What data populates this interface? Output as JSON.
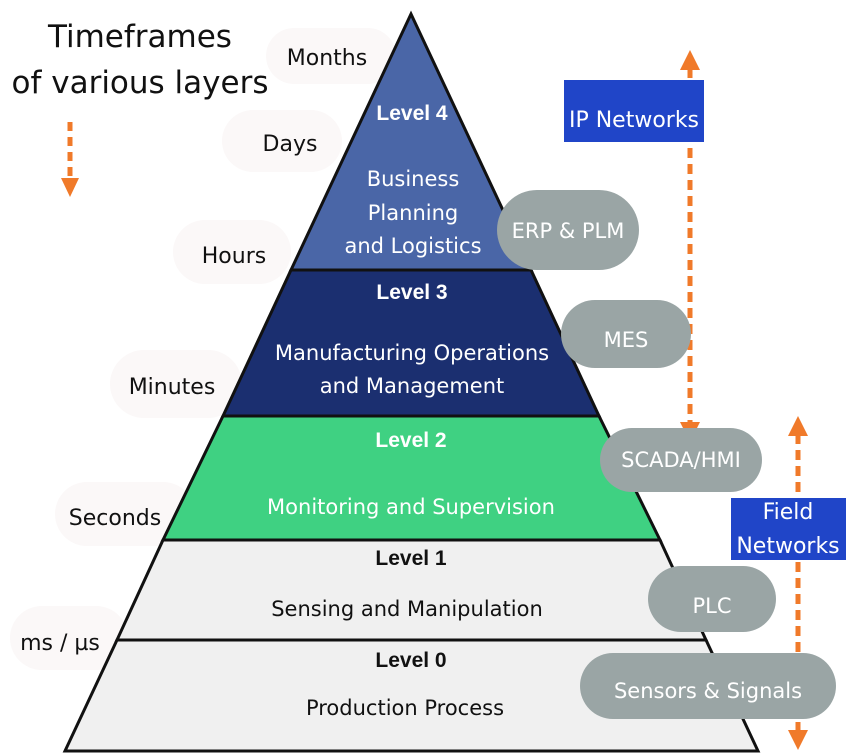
{
  "title": [
    "Timeframes",
    "of various layers"
  ],
  "timeframes": [
    "Months",
    "Days",
    "Hours",
    "Minutes",
    "Seconds",
    "ms / µs"
  ],
  "levels": [
    {
      "name": "Level 4",
      "desc": [
        "Business",
        "Planning",
        "and Logistics"
      ],
      "color": "#4a66a7",
      "text_color": "#ffffff"
    },
    {
      "name": "Level 3",
      "desc": [
        "Manufacturing Operations",
        "and Management"
      ],
      "color": "#1b2f70",
      "text_color": "#ffffff"
    },
    {
      "name": "Level 2",
      "desc": [
        "Monitoring and Supervision"
      ],
      "color": "#3fd182",
      "text_color": "#ffffff"
    },
    {
      "name": "Level 1",
      "desc": [
        "Sensing and Manipulation"
      ],
      "color": "#f0f0f0",
      "text_color": "#111111"
    },
    {
      "name": "Level 0",
      "desc": [
        "Production Process"
      ],
      "color": "#f0f0f0",
      "text_color": "#111111"
    }
  ],
  "systems": [
    "ERP & PLM",
    "MES",
    "SCADA/HMI",
    "PLC",
    "Sensors & Signals"
  ],
  "networks": [
    {
      "label": [
        "IP Networks"
      ]
    },
    {
      "label": [
        "Field",
        "Networks"
      ]
    }
  ],
  "colors": {
    "arrow": "#f07a2a",
    "pill": "#9aa5a5",
    "network_box": "#2045c8",
    "timeframe_bubble": "#fbf8f8",
    "outline": "#111111"
  }
}
